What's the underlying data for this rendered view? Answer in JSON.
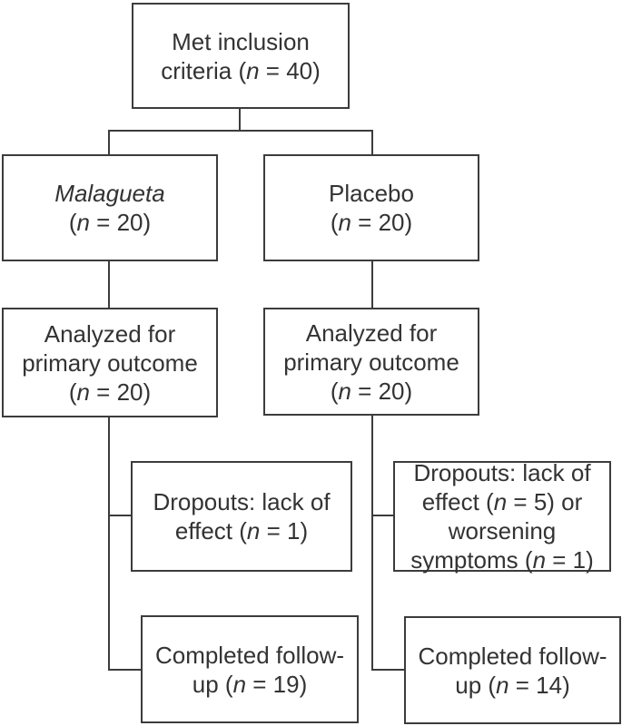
{
  "figure": {
    "type": "flowchart",
    "description": "Participant flow diagram (CONSORT-style) comparing Malagueta and Placebo arms",
    "colors": {
      "line": "#3c3c3c",
      "text": "#333333",
      "background": "#ffffff"
    },
    "boxes": {
      "met_inclusion": {
        "label": "Met inclusion criteria (n = 40)",
        "lines": [
          "Met inclusion",
          "criteria (*n* = 40)"
        ]
      },
      "malagueta": {
        "label": "Malagueta (n = 20)",
        "lines": [
          "*Malagueta*",
          "(*n* = 20)"
        ]
      },
      "placebo": {
        "label": "Placebo (n = 20)",
        "lines": [
          "Placebo",
          "(*n* = 20)"
        ]
      },
      "analyzed_malagueta": {
        "label": "Analyzed for primary outcome (n = 20)",
        "lines": [
          "Analyzed for",
          "primary outcome",
          "(*n* = 20)"
        ]
      },
      "analyzed_placebo": {
        "label": "Analyzed for primary outcome (n = 20)",
        "lines": [
          "Analyzed for",
          "primary outcome",
          "(*n* = 20)"
        ]
      },
      "dropouts_malagueta": {
        "label": "Dropouts: lack of effect (n = 1)",
        "lines": [
          "Dropouts: lack of",
          "effect (*n* = 1)"
        ]
      },
      "dropouts_placebo": {
        "label": "Dropouts: lack of effect (n = 5) or worsening symptoms (n = 1)",
        "lines": [
          "Dropouts: lack of",
          "effect (*n* = 5) or",
          "worsening",
          "symptoms (*n* = 1)"
        ]
      },
      "completed_malagueta": {
        "label": "Completed follow-up (n = 19)",
        "lines": [
          "Completed follow-",
          "up (*n* = 19)"
        ]
      },
      "completed_placebo": {
        "label": "Completed follow-up (n = 14)",
        "lines": [
          "Completed follow-",
          "up (*n* = 14)"
        ]
      }
    }
  }
}
